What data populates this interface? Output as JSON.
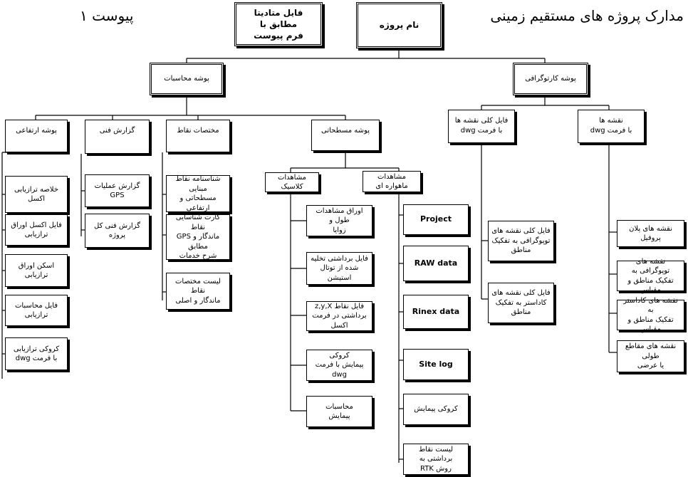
{
  "header": {
    "title": "مدارک پروژه های مستقیم زمینی",
    "appendix": "پیوست ۱"
  },
  "top_boxes": {
    "metadata_file": "فایل متادیتا مطابق با\nفرم پیوست",
    "project_name": "نام پروژه"
  },
  "folders": {
    "calculations": "پوشه محاسبات",
    "cartography": "پوشه کارتوگرافی"
  },
  "cartography": {
    "maps_dwg": "نقشه ها\nبا فرمت dwg",
    "overall_dwg": "فایل کلی نقشه ها\nبا فرمت dwg",
    "overall_children": [
      "فایل کلی نقشه های\nتوپوگرافی به تفکیک\nمناطق",
      "فایل کلی نقشه های\nکاداستر به تفکیک\nمناطق"
    ],
    "maps_children": [
      "نقشه های پلان پروفیل",
      "نقشه های توپوگرافی به\nتفکیک مناطق و مقیاس",
      "نقشه های کاداستر به\nتفکیک مناطق و مقیاس",
      "نقشه های مقاطع طولی\nیا عرضی"
    ]
  },
  "calculations": {
    "altimetry": "پوشه ارتفاعی",
    "technical_report": "گزارش فنی",
    "point_specs": "مختصات نقاط",
    "planimetry": "پوشه مسطحاتی",
    "altimetry_children": [
      "خلاصه ترازیابی\nاکسل",
      "فایل اکسل اوراق\nترازیابی",
      "اسکن اوراق ترازیابی",
      "فایل محاسبات ترازیابی",
      "کروکی ترازیابی\nبا فرمت dwg"
    ],
    "report_children": [
      "گزارش عملیات GPS",
      "گزارش فنی کل پروژه"
    ],
    "points_children": [
      "شناسنامه نقاط مبنایی\nمسطحاتی و ارتفاعی",
      "کارت شناسایی نقاط\nماندگار و GPS مطابق\nشرح خدمات",
      "لیست مختصات نقاط\nماندگار و اصلی"
    ],
    "classic_obs": "مشاهدات کلاسیک",
    "satellite_obs": "مشاهدات ماهواره ای",
    "classic_children": [
      "اوراق مشاهدات طول و\nزوایا",
      "فایل برداشتی تخلیه\nشده از توتال استیشن",
      "فایل نقاط z,y,X\nبرداشتی در فرمت اکسل",
      "کروکی\nپیمایش با فرمت dwg",
      "محاسبات\nپیمایش"
    ],
    "satellite_children": [
      "Project",
      "RAW data",
      "Rinex data",
      "Site log",
      "کروکی پیمایش",
      "لیست نقاط برداشتی به\nروش RTK"
    ]
  }
}
